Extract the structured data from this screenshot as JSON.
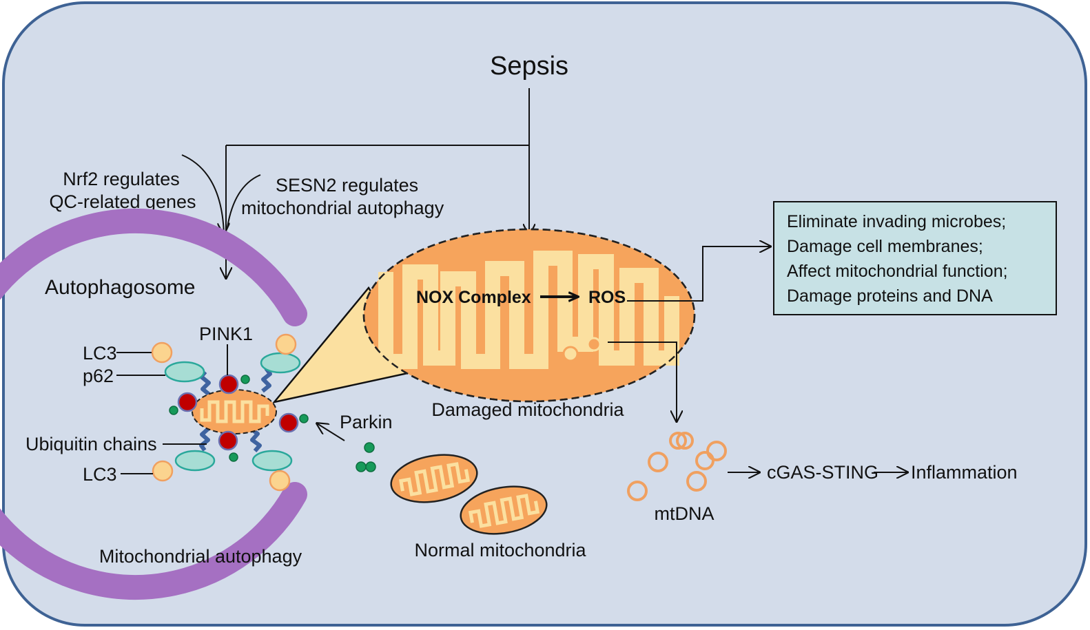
{
  "colors": {
    "background": "#d3dcea",
    "border": "#3e6294",
    "mito_fill": "#f6a45c",
    "mito_fold": "#fbe0a0",
    "autophagosome": "#a570c2",
    "effects_box_fill": "#c7e1e5",
    "lc3": "#fbd48f",
    "p62": "#a7ddd4",
    "pink1": "#c00000",
    "parkin": "#179a5a",
    "ubiquitin": "#3e63a0",
    "mtdna": "#f0a060"
  },
  "labels": {
    "sepsis": "Sepsis",
    "nrf2_line1": "Nrf2 regulates",
    "nrf2_line2": "QC-related genes",
    "sesn2_line1": "SESN2 regulates",
    "sesn2_line2": "mitochondrial autophagy",
    "autophagosome": "Autophagosome",
    "pink1": "PINK1",
    "lc3_top": "LC3",
    "p62": "p62",
    "ubiquitin": "Ubiquitin chains",
    "lc3_bottom": "LC3",
    "parkin": "Parkin",
    "mito_autophagy": "Mitochondrial autophagy",
    "normal_mito": "Normal mitochondria",
    "damaged_mito": "Damaged mitochondria",
    "nox": "NOX Complex",
    "ros": "ROS",
    "mtdna": "mtDNA",
    "cgas": "cGAS-STING",
    "inflammation": "Inflammation"
  },
  "effects": [
    "Eliminate invading microbes;",
    "Damage cell membranes;",
    "Affect mitochondrial function;",
    "Damage proteins and DNA"
  ],
  "icons": {
    "lc3": "yellow-circle",
    "p62": "teal-ellipse",
    "pink1": "red-circle",
    "parkin": "green-dot",
    "ubiquitin": "blue-zigzag",
    "mtdna": "orange-ring"
  }
}
